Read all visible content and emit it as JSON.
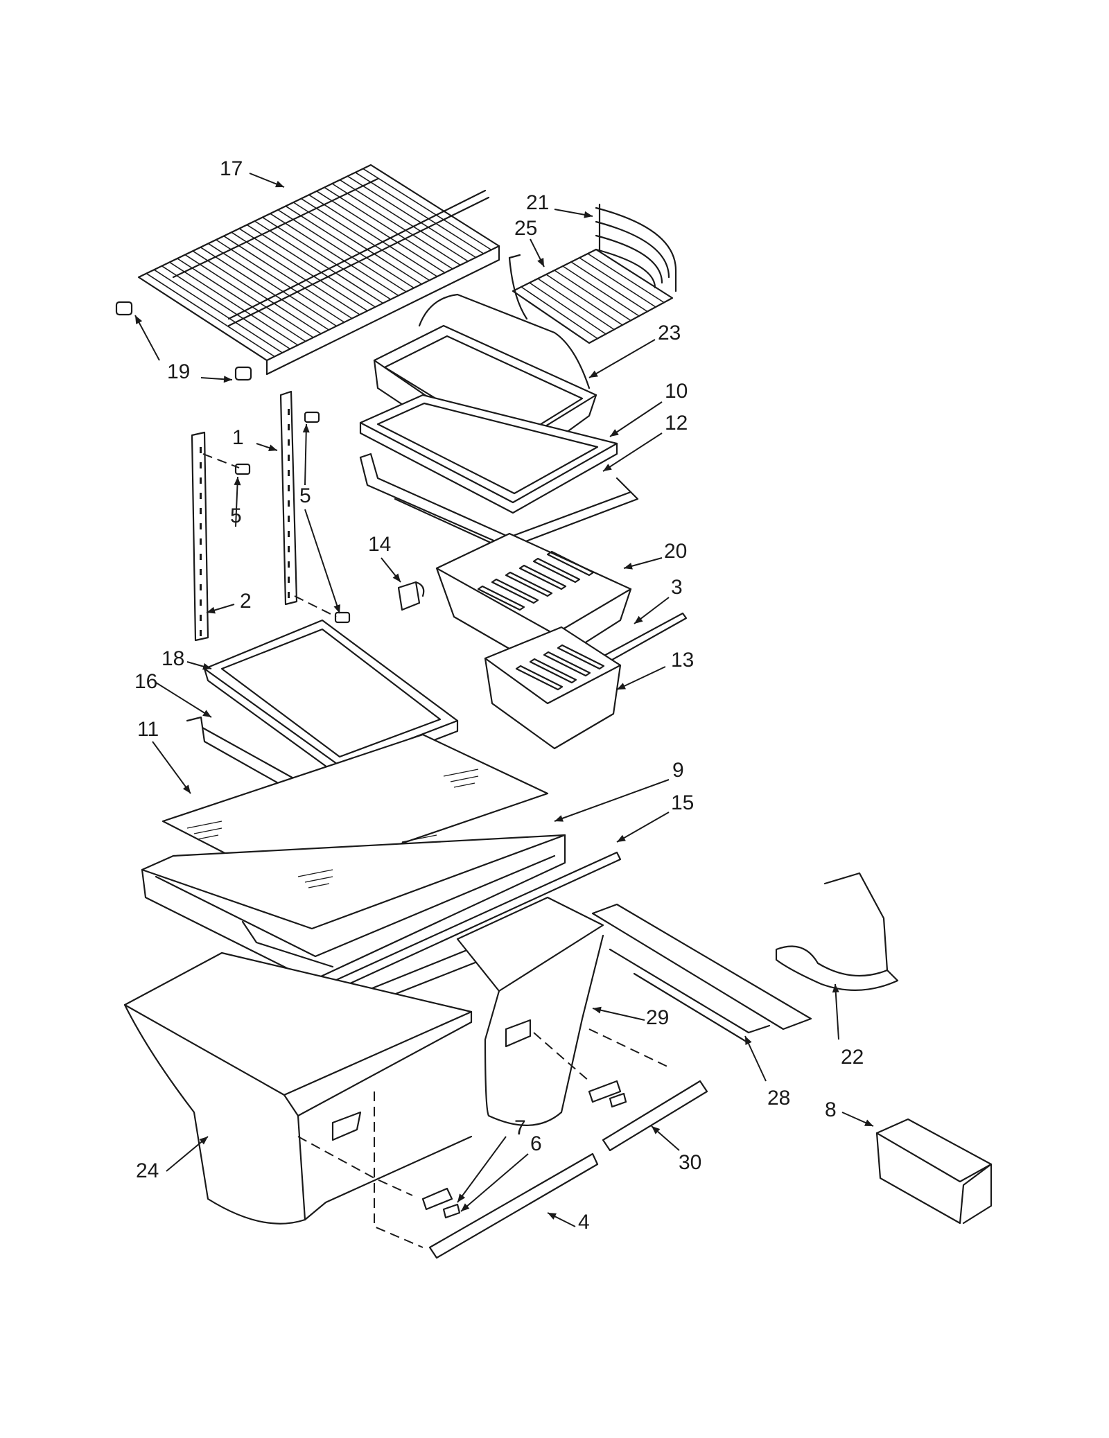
{
  "diagram": {
    "callouts": [
      {
        "id": "17",
        "label": "17"
      },
      {
        "id": "19",
        "label": "19"
      },
      {
        "id": "21",
        "label": "21"
      },
      {
        "id": "25",
        "label": "25"
      },
      {
        "id": "23",
        "label": "23"
      },
      {
        "id": "10",
        "label": "10"
      },
      {
        "id": "12",
        "label": "12"
      },
      {
        "id": "1",
        "label": "1"
      },
      {
        "id": "5a",
        "label": "5"
      },
      {
        "id": "5b",
        "label": "5"
      },
      {
        "id": "14",
        "label": "14"
      },
      {
        "id": "20",
        "label": "20"
      },
      {
        "id": "2",
        "label": "2"
      },
      {
        "id": "3",
        "label": "3"
      },
      {
        "id": "18",
        "label": "18"
      },
      {
        "id": "13",
        "label": "13"
      },
      {
        "id": "16",
        "label": "16"
      },
      {
        "id": "11",
        "label": "11"
      },
      {
        "id": "9",
        "label": "9"
      },
      {
        "id": "15",
        "label": "15"
      },
      {
        "id": "29",
        "label": "29"
      },
      {
        "id": "22",
        "label": "22"
      },
      {
        "id": "28",
        "label": "28"
      },
      {
        "id": "8",
        "label": "8"
      },
      {
        "id": "7",
        "label": "7"
      },
      {
        "id": "6",
        "label": "6"
      },
      {
        "id": "24",
        "label": "24"
      },
      {
        "id": "30",
        "label": "30"
      },
      {
        "id": "4",
        "label": "4"
      }
    ]
  }
}
